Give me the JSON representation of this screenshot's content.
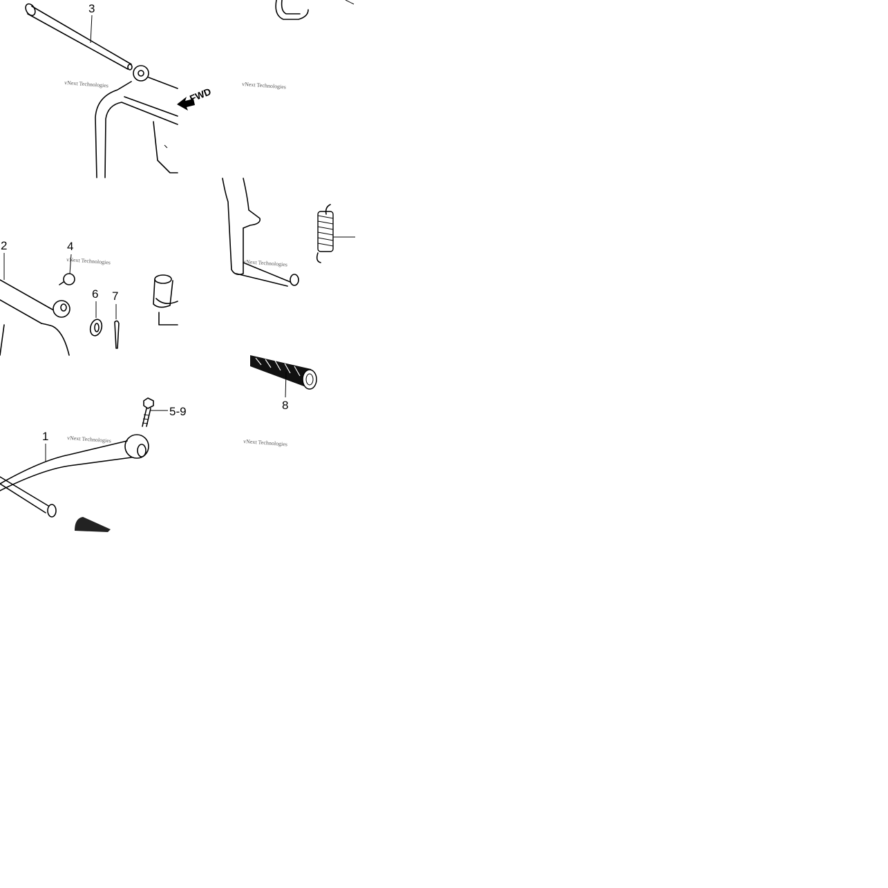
{
  "callouts": {
    "c1": "1",
    "c2": "2",
    "c3": "3",
    "c4": "4",
    "c5_9": "5-9",
    "c6": "6",
    "c7": "7",
    "c8": "8"
  },
  "direction_label": "FWD",
  "watermark": "vNext Technologies"
}
